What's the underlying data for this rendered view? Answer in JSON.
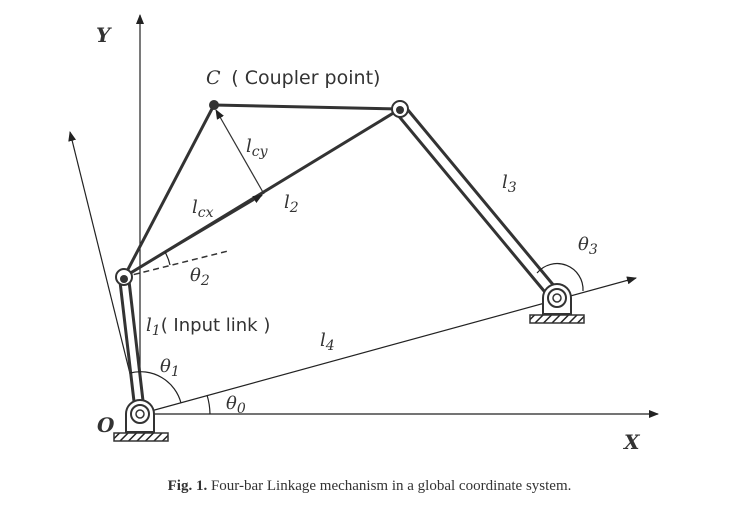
{
  "axes": {
    "x_label": "X",
    "y_label": "Y",
    "origin_label": "O"
  },
  "points": {
    "coupler_label": "C",
    "coupler_desc": "( Coupler point)"
  },
  "links": {
    "l1": {
      "symbol": "l",
      "sub": "1",
      "desc": "( Input link )"
    },
    "l2": {
      "symbol": "l",
      "sub": "2"
    },
    "l3": {
      "symbol": "l",
      "sub": "3"
    },
    "l4": {
      "symbol": "l",
      "sub": "4"
    },
    "lcx": {
      "symbol": "l",
      "sub": "cx"
    },
    "lcy": {
      "symbol": "l",
      "sub": "cy"
    }
  },
  "angles": {
    "theta0": {
      "symbol": "θ",
      "sub": "0"
    },
    "theta1": {
      "symbol": "θ",
      "sub": "1"
    },
    "theta2": {
      "symbol": "θ",
      "sub": "2"
    },
    "theta3": {
      "symbol": "θ",
      "sub": "3"
    }
  },
  "caption": {
    "label": "Fig. 1.",
    "text": "Four-bar Linkage mechanism in a global coordinate system."
  }
}
